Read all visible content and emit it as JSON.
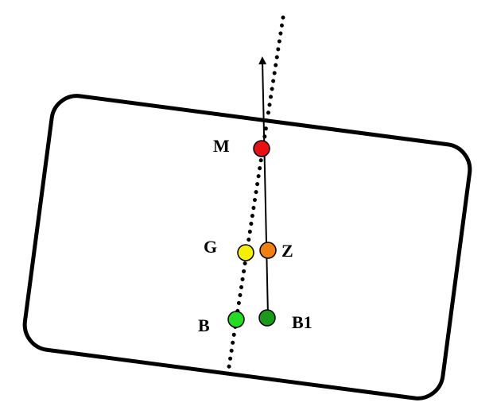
{
  "labels": {
    "M": "M",
    "G": "G",
    "Z": "Z",
    "B": "B",
    "B1": "B1"
  },
  "colors": {
    "background": "#ffffff",
    "stroke": "#000000",
    "M": "#e81010",
    "G": "#f5f000",
    "Z": "#f08010",
    "B": "#22dd22",
    "B1": "#1a9a1a"
  }
}
